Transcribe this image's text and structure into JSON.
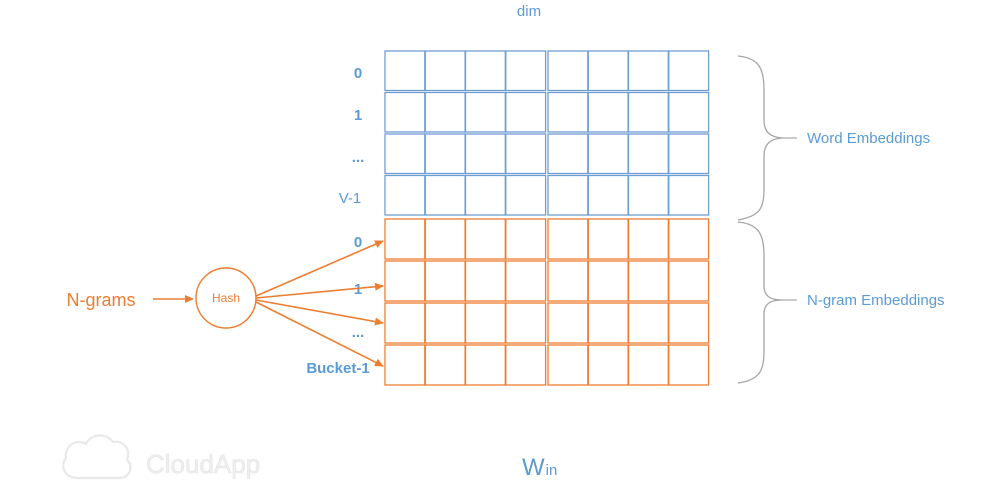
{
  "diagram": {
    "dim_label": "dim",
    "word_rows": [
      "0",
      "1",
      "...",
      "V-1"
    ],
    "ngram_rows": [
      "0",
      "1",
      "...",
      "Bucket-1"
    ],
    "input_label": "N-grams",
    "hash_label": "Hash",
    "word_brace_label": "Word Embeddings",
    "ngram_brace_label": "N-gram Embeddings",
    "matrix_label_main": "W",
    "matrix_label_sub": "in",
    "columns": 8,
    "colors": {
      "word": "#5b9bd5",
      "ngram": "#ed7d31",
      "brace": "#a6a6a6"
    }
  },
  "watermark": {
    "brand": "CloudApp"
  }
}
